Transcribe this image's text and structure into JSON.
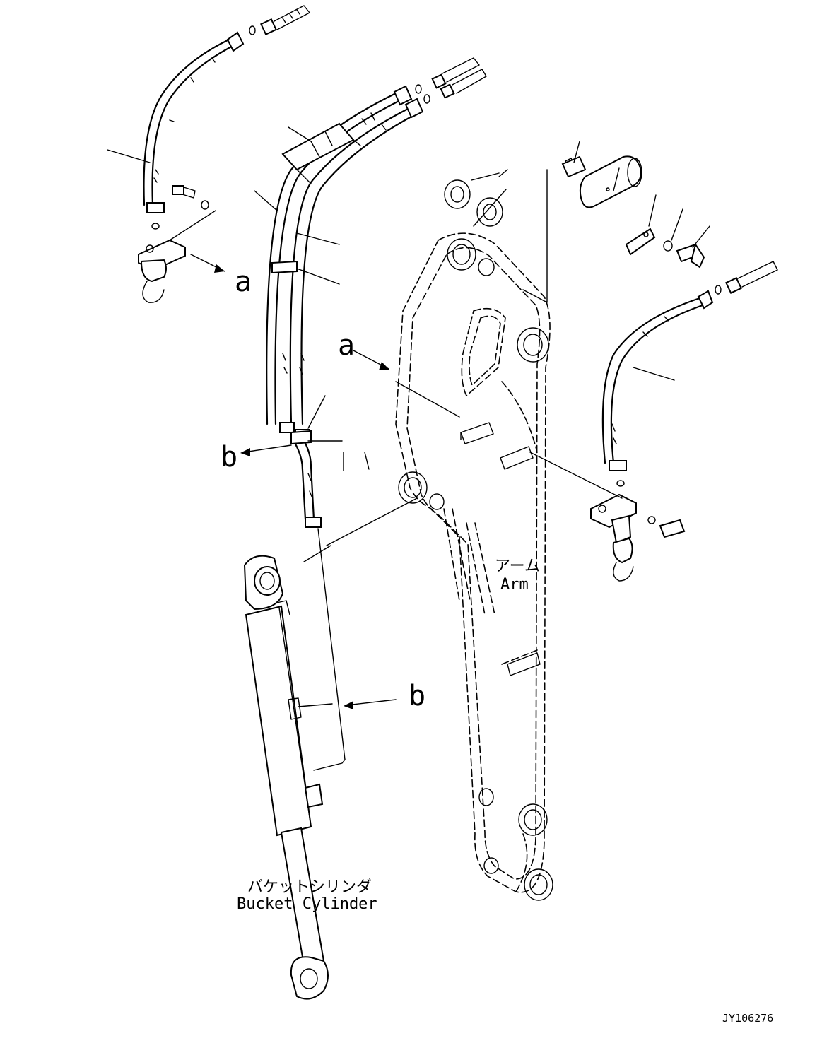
{
  "labels": {
    "callout_a": "a",
    "callout_b": "b",
    "arm_jp": "アーム",
    "arm_en": "Arm",
    "cyl_jp": "バケットシリンダ",
    "cyl_en": "Bucket Cylinder",
    "drawing_no": "JY106276"
  }
}
